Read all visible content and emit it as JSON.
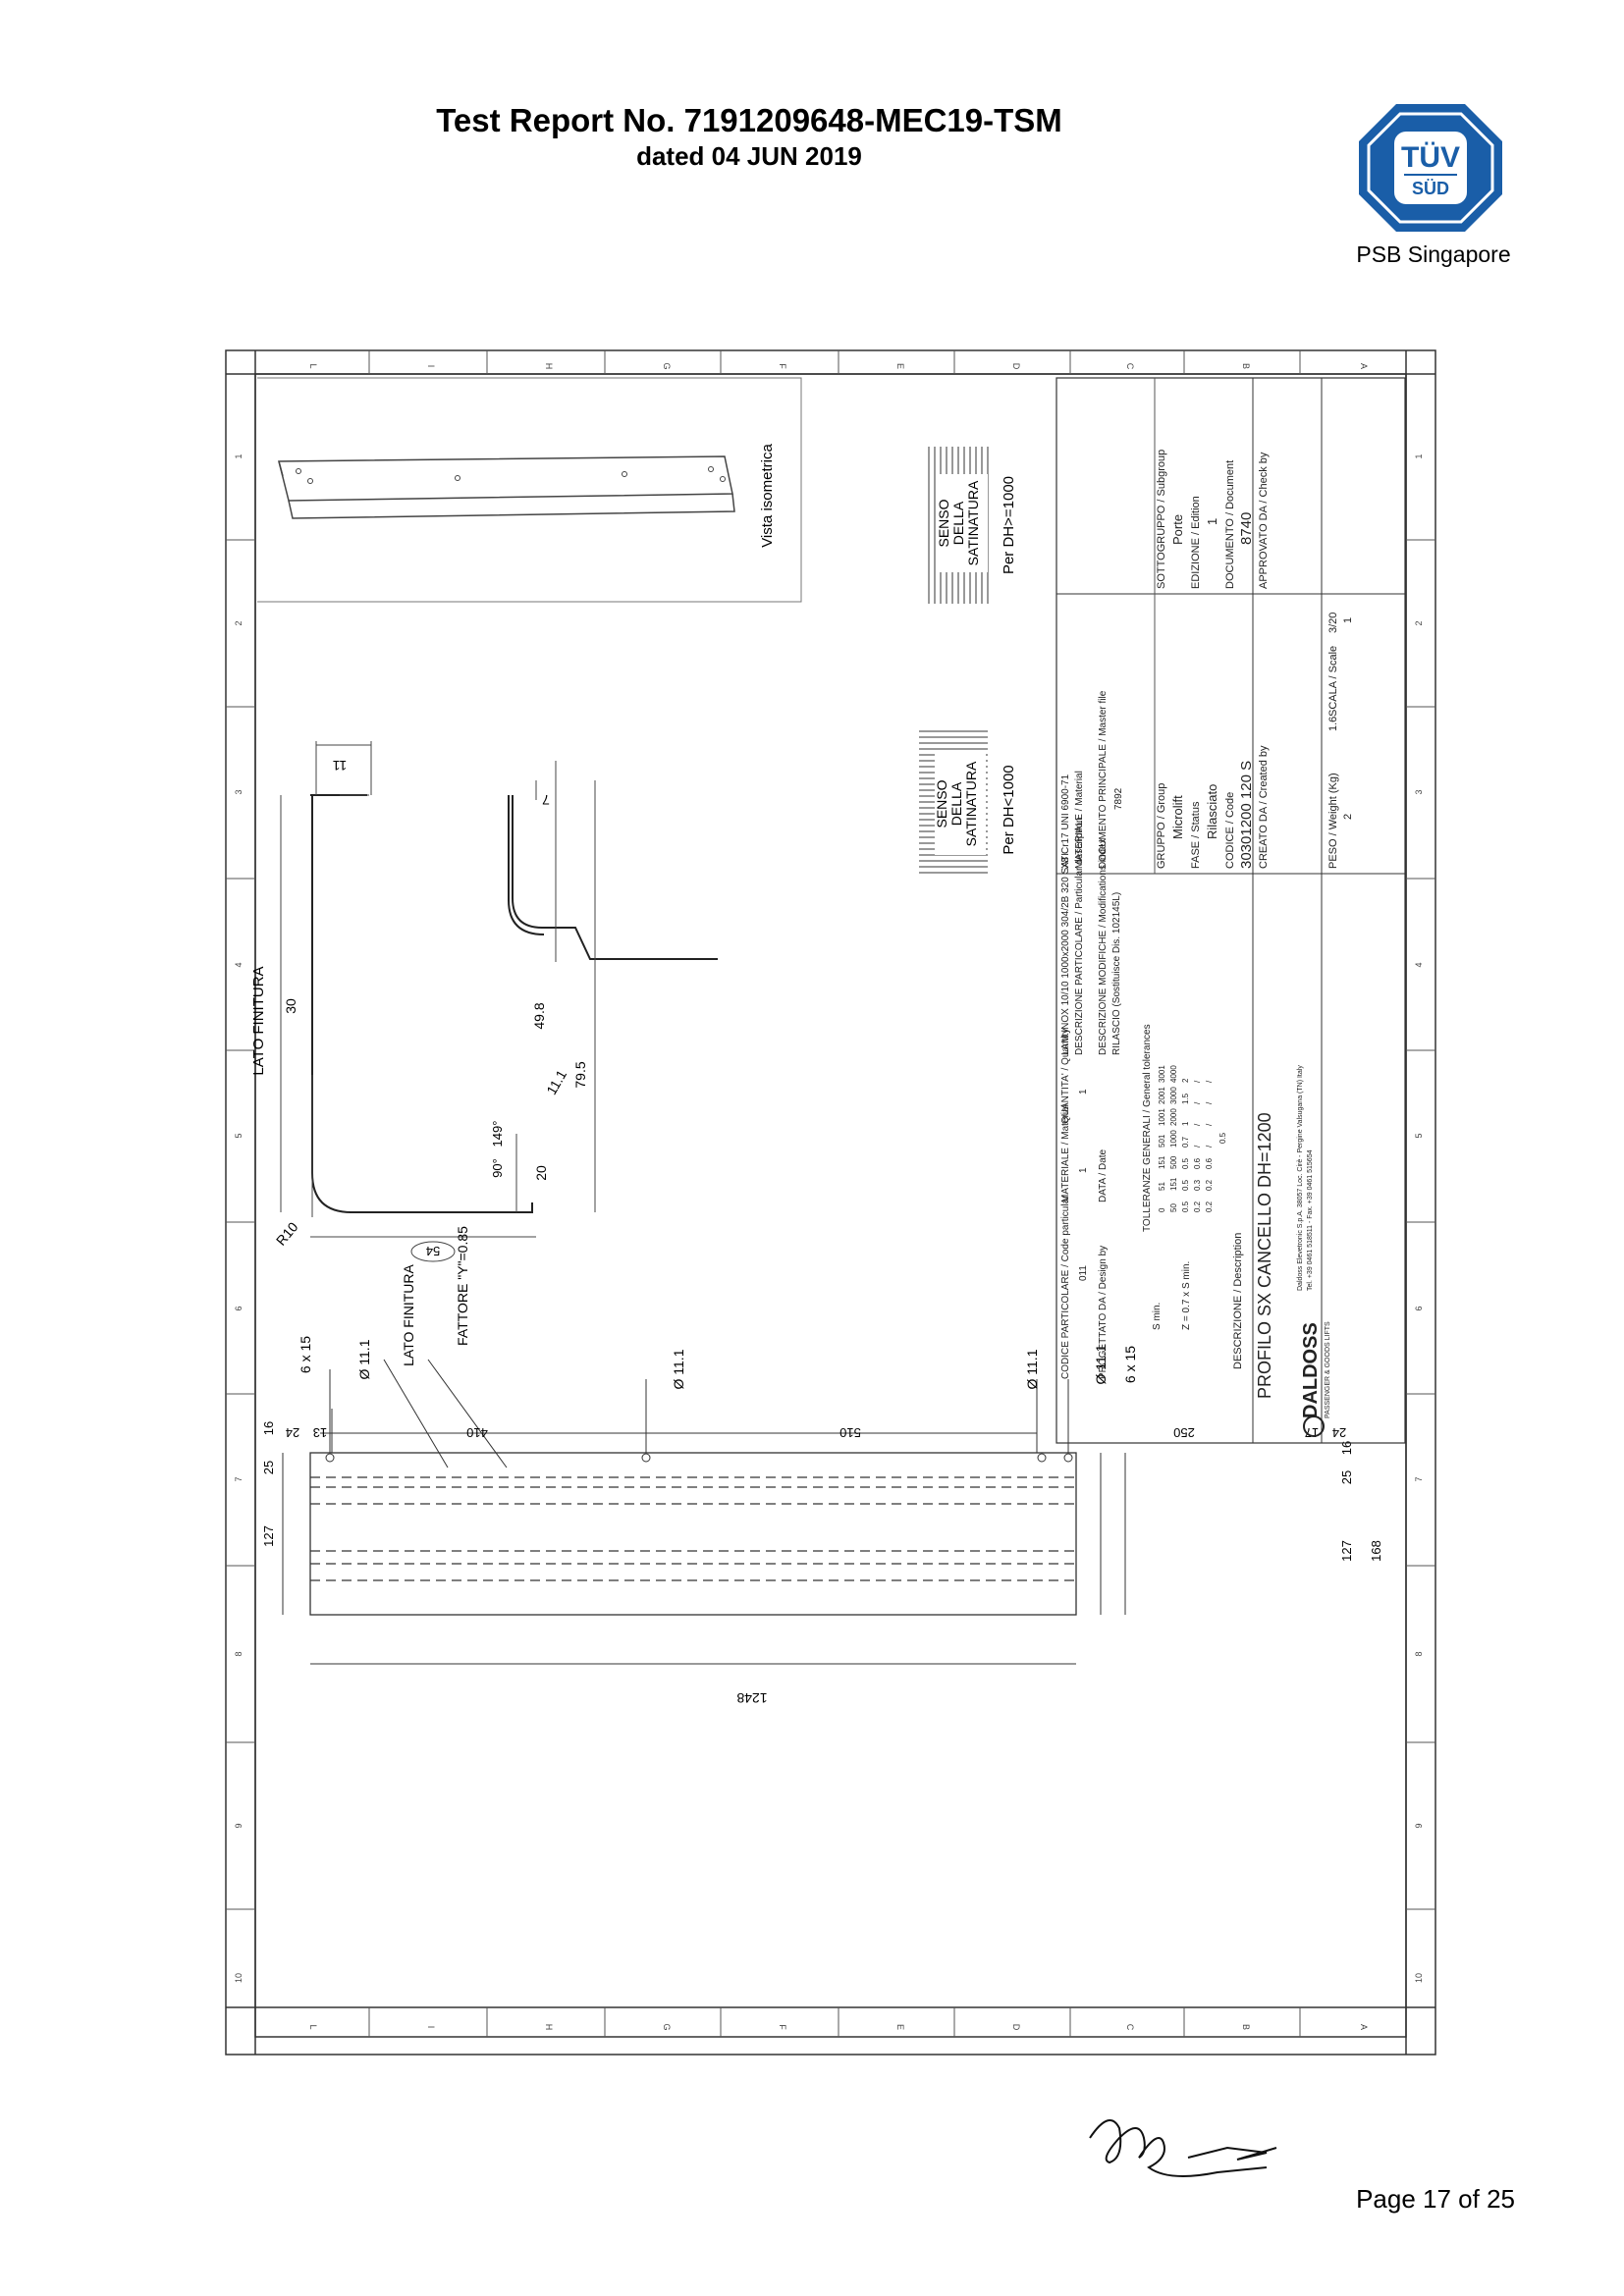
{
  "header": {
    "title": "Test Report No. 7191209648-MEC19-TSM",
    "date": "dated 04 JUN 2019"
  },
  "logo": {
    "brand_line1": "TÜV",
    "brand_line2": "SÜD",
    "subtitle": "PSB Singapore",
    "color": "#1a5ea8"
  },
  "drawing": {
    "grid_letters": [
      "L",
      "I",
      "H",
      "G",
      "F",
      "E",
      "D",
      "C",
      "B",
      "A"
    ],
    "grid_numbers": [
      "1",
      "2",
      "3",
      "4",
      "5",
      "6",
      "7",
      "8",
      "9",
      "10"
    ],
    "views": {
      "isometric_label": "Vista isometrica",
      "senso_1": [
        "SENSO",
        "DELLA",
        "SATINATURA"
      ],
      "senso_1_note": "Per DH>=1000",
      "senso_2": [
        "SENSO",
        "DELLA",
        "SATINATURA"
      ],
      "senso_2_note": "Per DH<1000"
    },
    "section": {
      "lato_finitura": "LATO FINITURA",
      "dim_11": "11",
      "dim_30": "30",
      "dim_r10": "R10",
      "dim_54": "54",
      "dim_90deg": "90°",
      "dim_149deg": "149°",
      "dim_20": "20",
      "dim_11_1": "11.1",
      "dim_49_8": "49.8",
      "dim_79_5": "79.5",
      "dim_7": "7"
    },
    "flat": {
      "lato_finitura": "LATO FINITURA",
      "fattore": "FATTORE \"Y\"=0.85",
      "slot_left": "6 x 15",
      "slot_right": "6 x 15",
      "hole_1": "Ø 11.1",
      "hole_2": "Ø 11.1",
      "hole_3": "Ø 11.1",
      "hole_4": "Ø 11.1",
      "dim_24a": "24",
      "dim_13": "13",
      "dim_410": "410",
      "dim_510": "510",
      "dim_250": "250",
      "dim_17": "17",
      "dim_24b": "24",
      "dim_16a": "16",
      "dim_25a": "25",
      "dim_127a": "127",
      "dim_16b": "16",
      "dim_25b": "25",
      "dim_127b": "127",
      "dim_168": "168",
      "dim_1248": "1248"
    },
    "title_block": {
      "codice_particolare_label": "CODICE PARTICOLARE / Code particular",
      "codice_particolare_val": "011",
      "materiale_label": "MATERIALE / Material",
      "materiale_val": "1",
      "quantita_label": "QUANTITA' / Quantity",
      "quantita_val": "1",
      "descr_part_label": "DESCRIZIONE PARTICOLARE / Particular description",
      "descr_part_val": "LAM INOX 10/10 1000x2000 304/2B 320 SATI",
      "material_label": "MATERIALE / Material",
      "material_val": "X8 Cr17 UNI 6900-71",
      "progettato_label": "PROGETTATO DA / Design by",
      "data_label": "DATA / Date",
      "modifiche_label": "DESCRIZIONE MODIFICHE / Modifications index",
      "modifiche_val": "RILASCIO (Sostituisce Dis. 102145L)",
      "doc_principale_label": "DOCUMENTO PRINCIPALE / Master file",
      "doc_principale_val": "7892",
      "tolleranze_label": "TOLLERANZE GENERALI / General tolerances",
      "tol_row_header": [
        "0",
        "51",
        "151",
        "501",
        "1001",
        "2001",
        "3001"
      ],
      "tol_row_header2": [
        "50",
        "151",
        "500",
        "1000",
        "2000",
        "3000",
        "4000"
      ],
      "tol_rows": [
        [
          "0.5",
          "0.5",
          "0.5",
          "0.7",
          "1",
          "1.5",
          "2"
        ],
        [
          "0.2",
          "0.3",
          "0.6",
          "/",
          "/",
          "/",
          "/"
        ],
        [
          "0.2",
          "0.2",
          "0.6",
          "/",
          "/",
          "/",
          "/"
        ]
      ],
      "tol_extra": "0.5",
      "smin": "S min.",
      "z_note": "Z = 0.7 x S min.",
      "gruppo_label": "GRUPPO / Group",
      "gruppo_val": "Microlift",
      "sottogruppo_label": "SOTTOGRUPPO / Subgroup",
      "sottogruppo_val": "Porte",
      "fase_label": "FASE / Status",
      "fase_val": "Rilasciato",
      "edizione_label": "EDIZIONE / Edition",
      "edizione_val": "1",
      "codice_label": "CODICE / Code",
      "codice_val": "30301200 120 S",
      "documento_label": "DOCUMENTO / Document",
      "documento_val": "8740",
      "creato_label": "CREATO DA / Created by",
      "approvato_label": "APPROVATO DA / Check by",
      "descrizione_label": "DESCRIZIONE / Description",
      "descrizione_val": "PROFILO SX CANCELLO DH=1200",
      "company": "DALDOSS",
      "company_sub": "PASSENGER & GOODS LIFTS",
      "company_addr": "Daldoss Elevetronic S.p.A. 38057 Loc. Cirè - Pergine Valsugana (TN) Italy",
      "company_tel": "Tel. +39 0461 518511 - Fax. +39 0461 515654",
      "peso_label": "PESO / Weight (Kg)",
      "peso_val": "1.6",
      "scala_label": "SCALA / Scale",
      "scala_val": "3/20",
      "sheet_2": "2",
      "sheet_1": "1"
    }
  },
  "footer": {
    "page": "Page 17 of 25"
  }
}
